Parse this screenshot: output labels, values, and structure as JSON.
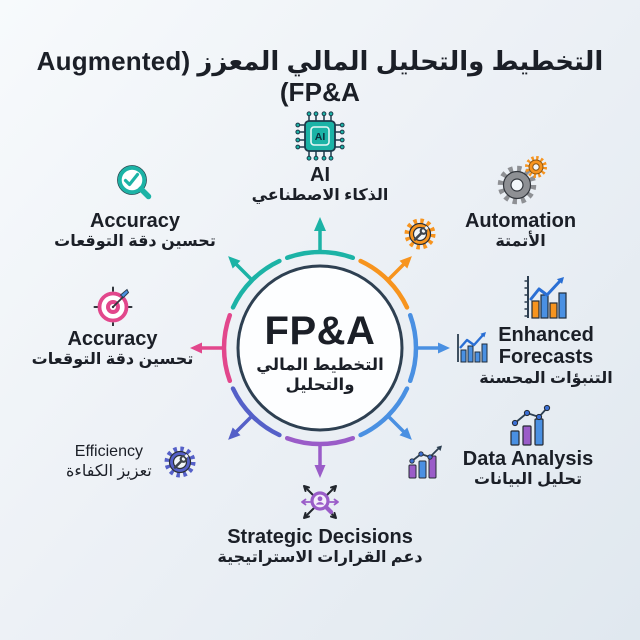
{
  "palette": {
    "teal": "#1CB3A6",
    "orange": "#F7941E",
    "blue": "#4A90E2",
    "purple": "#9A5CC8",
    "indigo": "#5560C8",
    "pink": "#E2478C",
    "navy": "#2E4052",
    "ink": "#1B1F27",
    "gray": "#8E9094"
  },
  "title": "التخطيط والتحليل المالي المعزز (Augmented FP&A)",
  "center": {
    "title": "FP&A",
    "subtitle": "التخطيط المالي والتحليل"
  },
  "icons": {
    "ai_chip_text": "AI"
  },
  "nodes": [
    {
      "id": "ai",
      "icon": "ai-chip-icon",
      "label": "AI",
      "label_ar": "الذكاء الاصطناعي",
      "color": "#1CB3A6",
      "position": "top"
    },
    {
      "id": "automation",
      "icon": "gears-icon",
      "label": "Automation",
      "label_ar": "الأتمتة",
      "color": "#F7941E",
      "position": "top-right"
    },
    {
      "id": "enhanced-forecasts",
      "icon": "forecast-bar-chart-icon",
      "label": "Enhanced Forecasts",
      "label_ar": "التنبؤات المحسنة",
      "color": "#4A90E2",
      "position": "right"
    },
    {
      "id": "data-analysis",
      "icon": "bar-chart-trend-icon",
      "label": "Data Analysis",
      "label_ar": "تحليل البيانات",
      "color": "#4A90E2",
      "position": "bottom-right"
    },
    {
      "id": "strategic-decisions",
      "icon": "decision-person-magnifier-icon",
      "label": "Strategic Decisions",
      "label_ar": "دعم القرارات الاستراتيجية",
      "color": "#9A5CC8",
      "position": "bottom"
    },
    {
      "id": "efficiency",
      "icon": "gear-wrench-icon",
      "label": "Efficiency",
      "label_ar": "تعزيز الكفاءة",
      "color": "#5560C8",
      "position": "bottom-left"
    },
    {
      "id": "accuracy-forecast",
      "icon": "target-dart-icon",
      "label": "Accuracy",
      "label_ar": "تحسين دقة التوقعات",
      "color": "#E2478C",
      "position": "left"
    },
    {
      "id": "accuracy-check",
      "icon": "magnifier-check-icon",
      "label": "Accuracy",
      "label_ar": "تحسين دقة التوقعات",
      "color": "#1CB3A6",
      "position": "top-left"
    }
  ]
}
